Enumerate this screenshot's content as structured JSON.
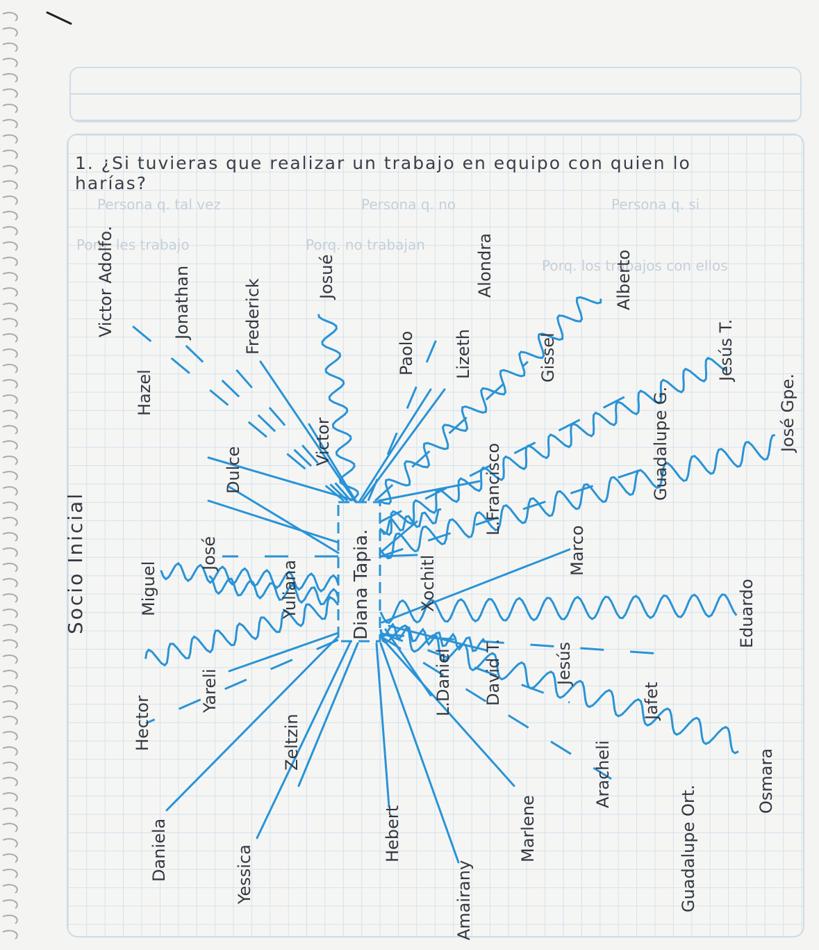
{
  "question_line1": "1. ¿Si tuvieras que realizar un trabajo en equipo con quien lo",
  "question_line2": "harías?",
  "title": "Socio Inicial",
  "center": "Diana Tapia.",
  "faint_headers": [
    "Persona q. si",
    "Persona q. no",
    "Persona q. tal vez"
  ],
  "faint_notes": [
    "Porq. los trabajos con ellos",
    "Porq. no trabajan",
    "Porq. les trabajo"
  ],
  "names": [
    "Victor Adolfo.",
    "Jonathan",
    "Frederick",
    "Josué",
    "Alondra",
    "Alberto",
    "Hazel",
    "Dulce",
    "Victor",
    "Paolo",
    "Lizeth",
    "Gissel",
    "Jesús T.",
    "José Gpe.",
    "Guadalupe G.",
    "L.Francisco",
    "Marco",
    "Xochitl",
    "Miguel",
    "José",
    "Yuliana",
    "Hector",
    "Yareli",
    "Daniela",
    "Yessica",
    "Zeltzin",
    "Hebert",
    "Amairany",
    "Marlene",
    "L.Daniel",
    "David T.",
    "Jesús",
    "Jafet",
    "Eduardo",
    "Aracheli",
    "Guadalupe Ort.",
    "Osmara"
  ],
  "colors": {
    "line": "#2a93d6",
    "ink": "#34373f",
    "grid": "#d4e1ea"
  }
}
